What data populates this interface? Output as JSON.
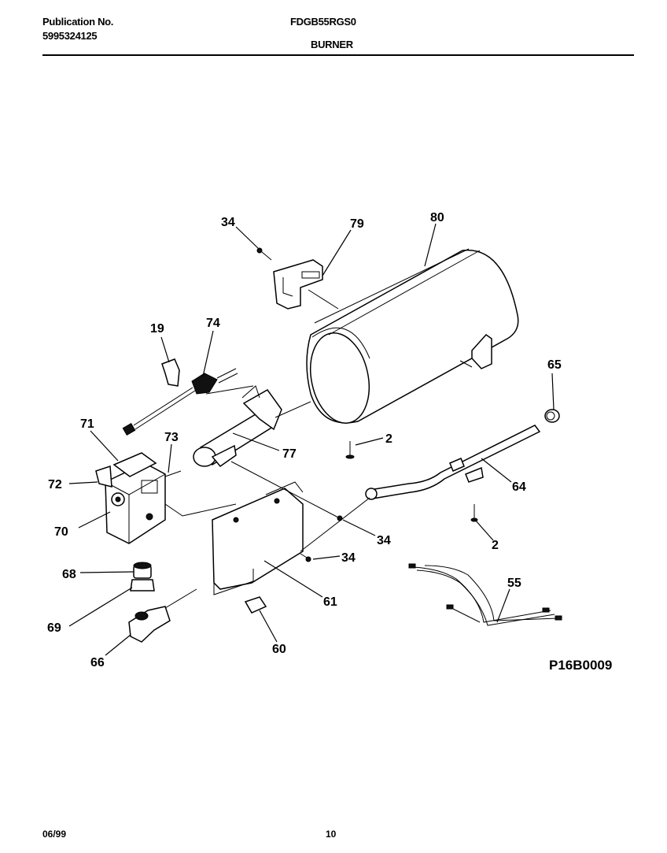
{
  "header": {
    "publication_label": "Publication No.",
    "publication_number": "5995324125",
    "model": "FDGB55RGS0",
    "section": "BURNER"
  },
  "diagram": {
    "code": "P16B0009",
    "callouts": {
      "c34a": "34",
      "c79": "79",
      "c80": "80",
      "c19": "19",
      "c74": "74",
      "c71": "71",
      "c73": "73",
      "c72": "72",
      "c70": "70",
      "c77": "77",
      "c2a": "2",
      "c65": "65",
      "c64": "64",
      "c34b": "34",
      "c34c": "34",
      "c2b": "2",
      "c68": "68",
      "c69": "69",
      "c61": "61",
      "c55": "55",
      "c60": "60",
      "c66": "66"
    }
  },
  "footer": {
    "date": "06/99",
    "page": "10"
  }
}
